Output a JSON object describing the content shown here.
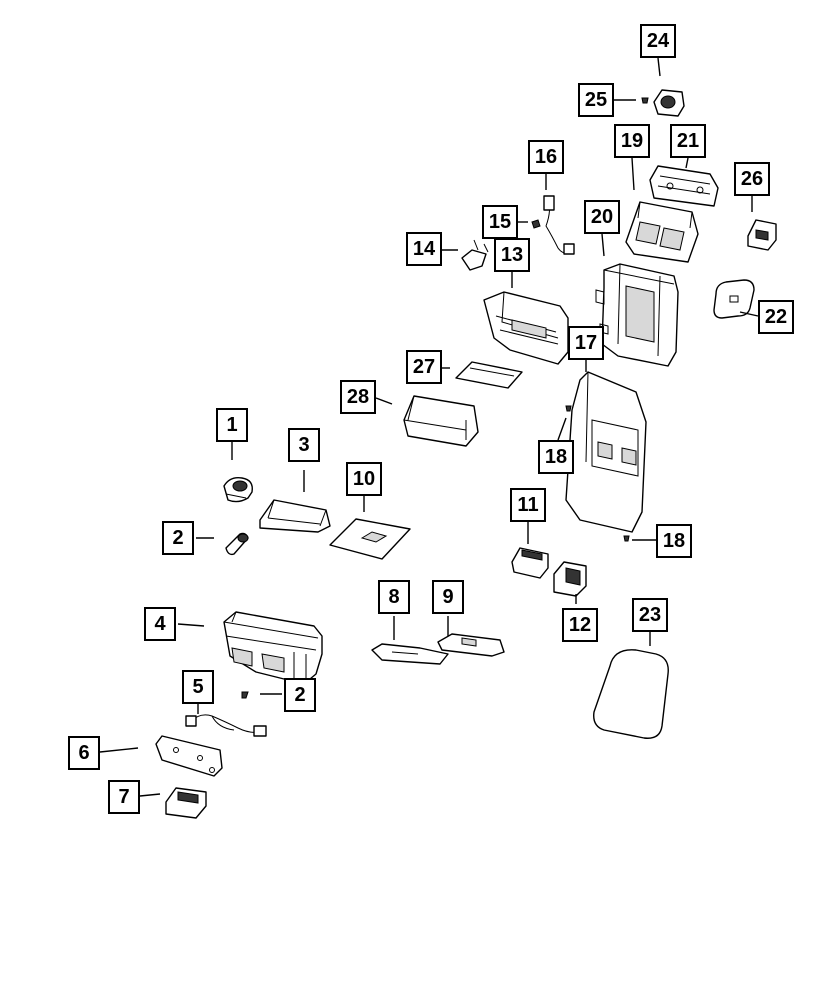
{
  "diagram": {
    "callouts": [
      {
        "id": "c1",
        "label": "1"
      },
      {
        "id": "c2a",
        "label": "2"
      },
      {
        "id": "c2b",
        "label": "2"
      },
      {
        "id": "c3",
        "label": "3"
      },
      {
        "id": "c4",
        "label": "4"
      },
      {
        "id": "c5",
        "label": "5"
      },
      {
        "id": "c6",
        "label": "6"
      },
      {
        "id": "c7",
        "label": "7"
      },
      {
        "id": "c8",
        "label": "8"
      },
      {
        "id": "c9",
        "label": "9"
      },
      {
        "id": "c10",
        "label": "10"
      },
      {
        "id": "c11",
        "label": "11"
      },
      {
        "id": "c12",
        "label": "12"
      },
      {
        "id": "c13",
        "label": "13"
      },
      {
        "id": "c14",
        "label": "14"
      },
      {
        "id": "c15",
        "label": "15"
      },
      {
        "id": "c16",
        "label": "16"
      },
      {
        "id": "c17",
        "label": "17"
      },
      {
        "id": "c18a",
        "label": "18"
      },
      {
        "id": "c18b",
        "label": "18"
      },
      {
        "id": "c19",
        "label": "19"
      },
      {
        "id": "c20",
        "label": "20"
      },
      {
        "id": "c21",
        "label": "21"
      },
      {
        "id": "c22",
        "label": "22"
      },
      {
        "id": "c23",
        "label": "23"
      },
      {
        "id": "c24",
        "label": "24"
      },
      {
        "id": "c25",
        "label": "25"
      },
      {
        "id": "c26",
        "label": "26"
      },
      {
        "id": "c27",
        "label": "27"
      },
      {
        "id": "c28",
        "label": "28"
      }
    ]
  }
}
